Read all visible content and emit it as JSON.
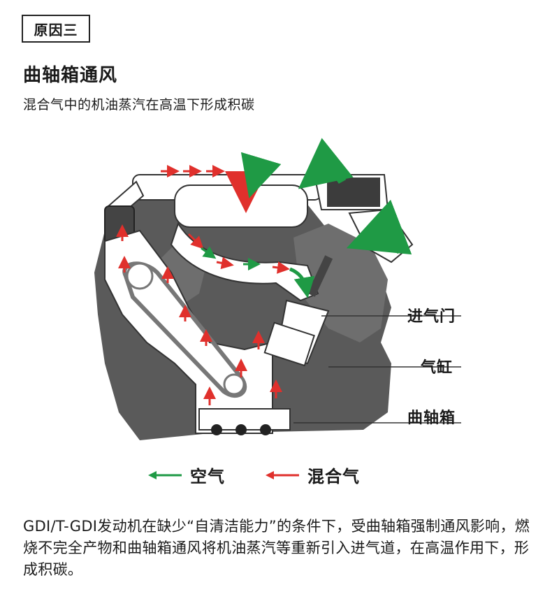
{
  "tag": "原因三",
  "title": "曲轴箱通风",
  "subtitle": "混合气中的机油蒸汽在高温下形成积碳",
  "callouts": {
    "intake_valve": "进气门",
    "cylinder": "气缸",
    "crankcase": "曲轴箱"
  },
  "legend": {
    "air": {
      "label": "空气",
      "color": "#1f9a45"
    },
    "mixture": {
      "label": "混合气",
      "color": "#e0302c"
    }
  },
  "body": "GDI/T-GDI发动机在缺少“自清洁能力”的条件下，受曲轴箱强制通风影响，燃烧不完全产物和曲轴箱通风将机油蒸汽等重新引入进气道，在高温作用下，形成积碳。"
}
